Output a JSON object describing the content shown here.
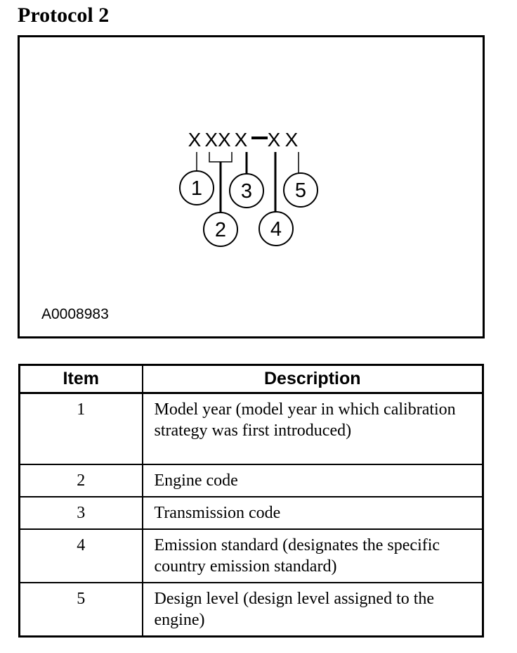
{
  "page": {
    "title": "Protocol 2"
  },
  "diagram": {
    "figure_label": "A0008983",
    "code_segments": [
      "X",
      "XX",
      "X",
      "X",
      "X"
    ],
    "separator": "—",
    "callouts": [
      "1",
      "2",
      "3",
      "4",
      "5"
    ]
  },
  "table": {
    "headers": {
      "item": "Item",
      "description": "Description"
    },
    "rows": [
      {
        "item": "1",
        "description": "Model year (model year in which calibration strategy was first introduced)"
      },
      {
        "item": "2",
        "description": "Engine code"
      },
      {
        "item": "3",
        "description": "Transmission code"
      },
      {
        "item": "4",
        "description": "Emission standard (designates the specific country emission standard)"
      },
      {
        "item": "5",
        "description": "Design level (design level assigned to the engine)"
      }
    ]
  },
  "colors": {
    "ink": "#000000",
    "background": "#ffffff"
  }
}
